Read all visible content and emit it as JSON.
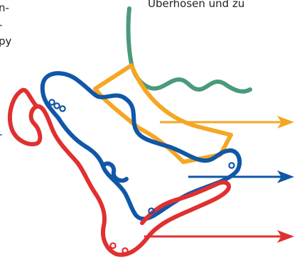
{
  "text_fragments": [
    "n-",
    "-",
    "py",
    "-",
    "Überhosen und zu"
  ],
  "colors": {
    "green": "#4a9a7a",
    "orange": "#f5a623",
    "blue": "#1057a8",
    "red": "#e03030"
  }
}
